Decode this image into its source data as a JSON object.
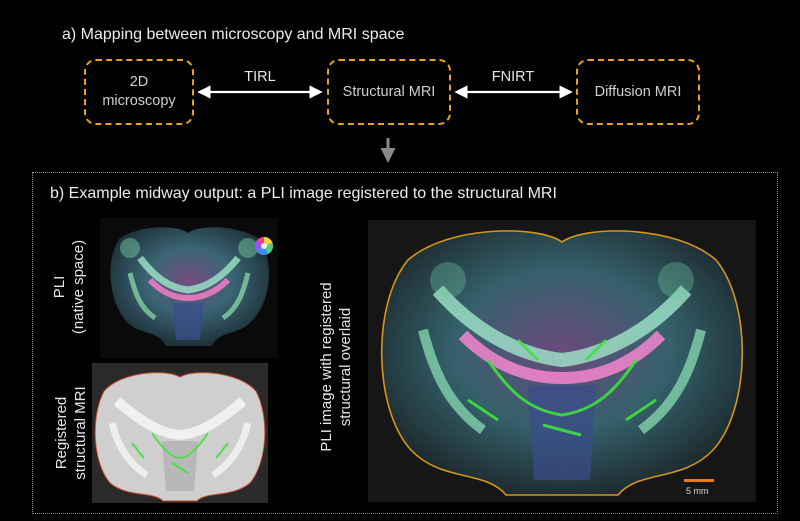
{
  "section_a": {
    "title": "a) Mapping between microscopy and MRI space",
    "nodes": [
      {
        "id": "microscopy",
        "line1": "2D",
        "line2": "microscopy"
      },
      {
        "id": "structural",
        "line1": "Structural MRI",
        "line2": ""
      },
      {
        "id": "diffusion",
        "line1": "Diffusion MRI",
        "line2": ""
      }
    ],
    "edges": [
      {
        "from": "microscopy",
        "to": "structural",
        "label": "TIRL"
      },
      {
        "from": "structural",
        "to": "diffusion",
        "label": "FNIRT"
      }
    ],
    "box_color": "#e8a21c"
  },
  "section_b": {
    "title": "b) Example midway output: a PLI image registered to the structural MRI",
    "label_pli": {
      "line1": "PLI",
      "line2": "(native space)"
    },
    "label_mri": {
      "line1": "Registered",
      "line2": "structural MRI"
    },
    "label_overlay": {
      "line1": "PLI image with registered",
      "line2": "structural overlaid"
    },
    "scale_bar": "5 mm",
    "scale_bar_color": "#e87a1a"
  }
}
